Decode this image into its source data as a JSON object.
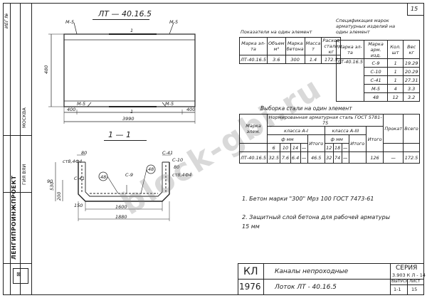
{
  "sheet_no": "15",
  "side_stamp": {
    "inv_label": "ИЕГ №",
    "org_lines": [
      "ЛЕНГИПРОИНЖПРОЕКТ",
      "ГИЯ ВЯИ"
    ],
    "series_left": "МОСКВА"
  },
  "title_main": "ЛТ — 40.16.5",
  "plan": {
    "marks": {
      "m5_tl": "М-5",
      "m5_tr": "М-5",
      "m5_bl": "М-5",
      "m5_br": "М-5",
      "one_top": "1",
      "one_bot": "1"
    },
    "dims": {
      "height_left": "480",
      "left_400": "400",
      "right_400": "400",
      "length": "3990"
    }
  },
  "section": {
    "label": "1 — 1",
    "marks": {
      "c41": "С-41",
      "c41b": "С-41",
      "c9": "С-9",
      "c10": "С-10",
      "c48a": "48",
      "c48b": "48",
      "phi1": "ст8,4Ф4",
      "phi2": "ст8,4Ф4",
      "d80a": "80",
      "d80b": "80",
      "d90": "90",
      "h530": "530",
      "h200": "200",
      "w1600": "1600",
      "w1880": "1880",
      "w150": "150"
    }
  },
  "indicators": {
    "title": "Показатели на один элемент",
    "headers": [
      "Марка эл-та",
      "Объем м³",
      "Марка бетона",
      "Масса т",
      "Расход стали кг"
    ],
    "row": [
      "ЛТ-40.16.5",
      "3.6",
      "300",
      "1.4",
      "172.5"
    ]
  },
  "spec": {
    "title": "Спецификация марок арматурных изделий на один элемент",
    "headers": [
      "Марка эл-та",
      "Марка арм. изд.",
      "Кол. шт",
      "Вес кг"
    ],
    "mark": "ЛТ-40.16.5",
    "rows": [
      {
        "m": "С-9",
        "q": "1",
        "w": "19.29"
      },
      {
        "m": "С-10",
        "q": "1",
        "w": "20.29"
      },
      {
        "m": "С-41",
        "q": "1",
        "w": "27.31"
      },
      {
        "m": "М-5",
        "q": "4",
        "w": "3.3"
      },
      {
        "m": "48",
        "q": "12",
        "w": "3.2"
      }
    ]
  },
  "steel": {
    "title": "Выборка стали на один элемент",
    "group_head": "Нормированная арматурная сталь ГОСТ 5781-75",
    "class1": "класса А-I",
    "class3": "класса А-III",
    "mm1": "ф мм",
    "mm3": "ф мм",
    "col_mark": "Марка элем.",
    "col_total": "Итого",
    "col_prokat": "Прокат",
    "col_all": "Всего",
    "d1": [
      "6",
      "10",
      14,
      "—"
    ],
    "d3": [
      "12",
      "18",
      "—"
    ],
    "mark": "ЛТ-40.16.5",
    "vals1": [
      "32.5",
      "7.6",
      "6.4",
      "—"
    ],
    "itogo1": "46.5",
    "vals3": [
      "32",
      "74",
      "—"
    ],
    "itogo": "126",
    "prokat": "—",
    "vsego": "172.5"
  },
  "notes": [
    "1. Бетон марки \"300\" Мрз 100 ГОСТ 7473-61",
    "2. Защитный слой бетона для рабочей арматуры 15 мм"
  ],
  "stamp": {
    "kl": "КЛ",
    "year": "1976",
    "line1": "Каналы непроходные",
    "line2": "Лоток ЛТ - 40.16.5",
    "series_label": "СЕРИЯ",
    "series_val": "3.903 К Л - 14",
    "issue_label": "ВЫПУСК",
    "issue_val": "1-1",
    "sheet_label": "ЛИСТ",
    "sheet_val": "15"
  },
  "watermark": "block-gbi.ru"
}
